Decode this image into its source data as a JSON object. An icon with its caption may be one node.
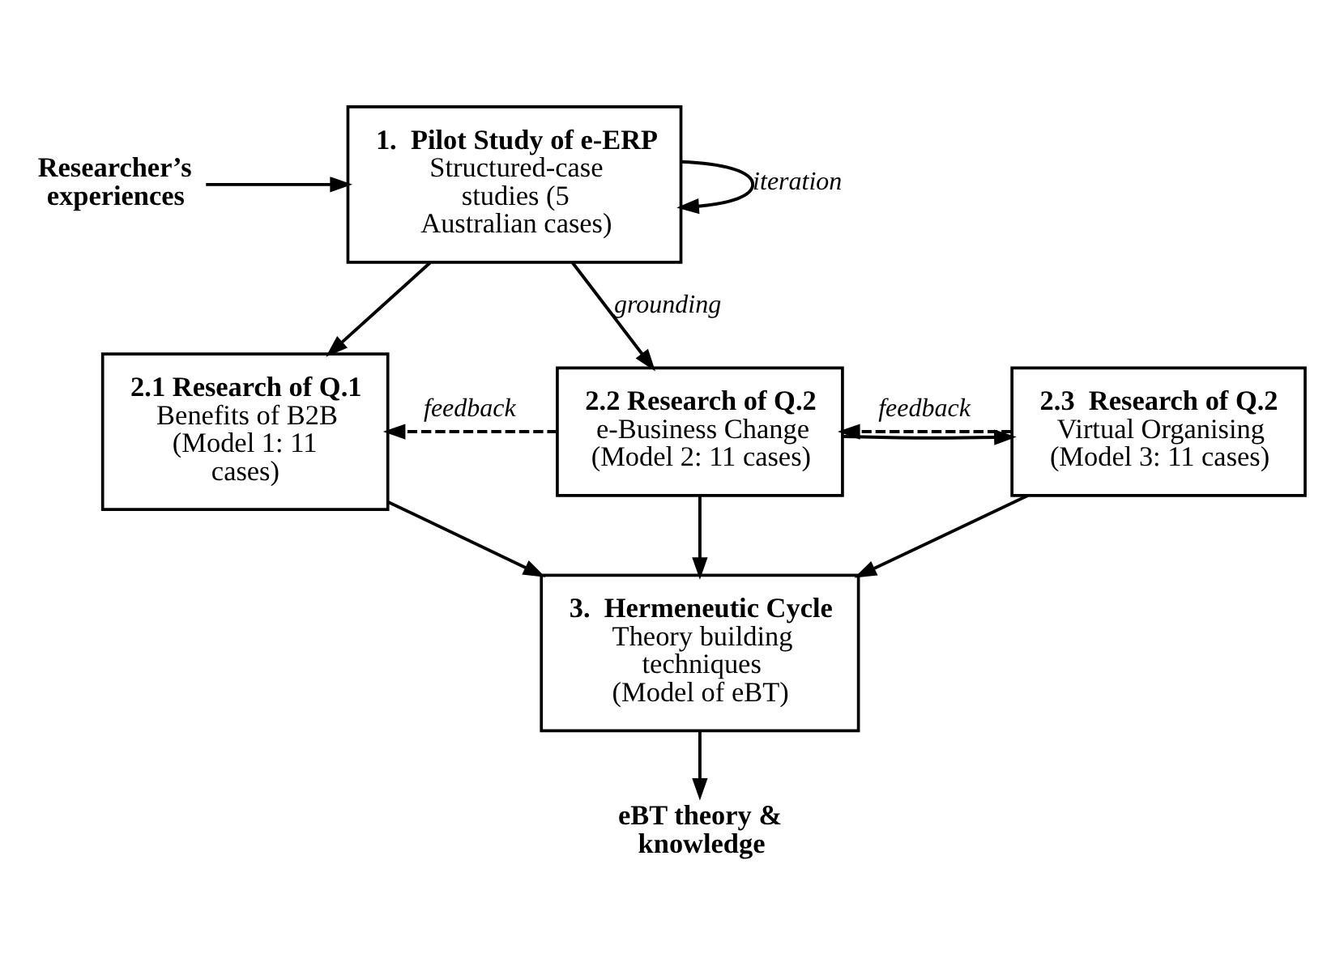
{
  "diagram": {
    "nodes": [
      {
        "text": [
          "Researcher’s experiences"
        ]
      },
      {
        "text": [
          "1.  Pilot Study of e-ERP",
          "Structured-case studies (5 Australian cases)"
        ]
      },
      {
        "text": [
          "2.1 Research of Q.1",
          "Benefits of B2B (Model 1: 11 cases)"
        ]
      },
      {
        "text": [
          "2.2 Research of Q.2",
          "e-Business Change (Model 2: 11 cases)"
        ]
      },
      {
        "text": [
          "2.3  Research of Q.2",
          "Virtual Organising (Model 3: 11 cases)"
        ]
      },
      {
        "text": [
          "3.  Hermeneutic Cycle",
          "Theory building techniques (Model of eBT)"
        ]
      },
      {
        "text": [
          "eBT theory & knowledge"
        ]
      }
    ],
    "edges": [
      {
        "from": 0,
        "to": 1,
        "arrow": "to"
      },
      {
        "from": 1,
        "to": 1,
        "arrow": "to",
        "label": "iteration"
      },
      {
        "from": 1,
        "to": 2,
        "arrow": "to"
      },
      {
        "from": 1,
        "to": 3,
        "arrow": "to",
        "label": "grounding"
      },
      {
        "from": 3,
        "to": 2,
        "arrow": "to",
        "label": "feedback",
        "style": "dashed"
      },
      {
        "from": 3,
        "to": 4,
        "arrow": "to"
      },
      {
        "from": 4,
        "to": 3,
        "arrow": "to",
        "label": "feedback",
        "style": "dashed"
      },
      {
        "from": 2,
        "to": 5,
        "arrow": "to"
      },
      {
        "from": 3,
        "to": 5,
        "arrow": "to"
      },
      {
        "from": 4,
        "to": 5,
        "arrow": "to"
      },
      {
        "from": 5,
        "to": 6,
        "arrow": "to"
      }
    ]
  }
}
